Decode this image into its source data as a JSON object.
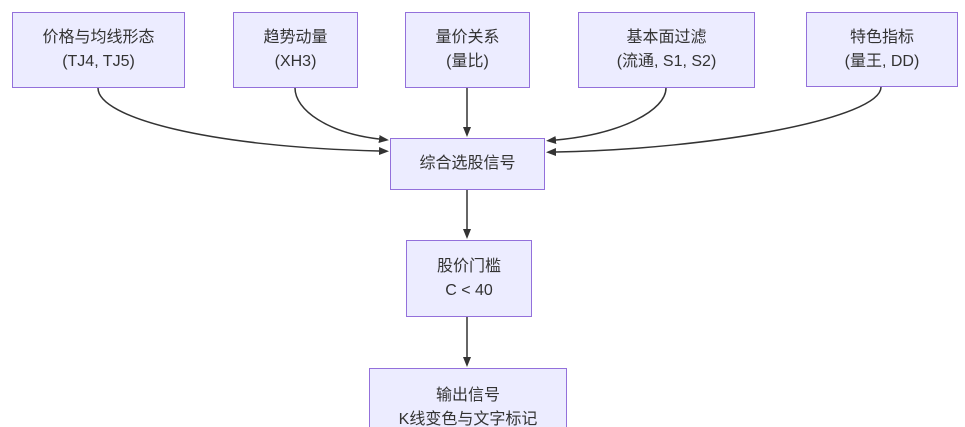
{
  "diagram": {
    "type": "flowchart",
    "direction": "top-down",
    "nodes": {
      "price_ma": {
        "line1": "价格与均线形态",
        "line2": "(TJ4, TJ5)"
      },
      "trend_momentum": {
        "line1": "趋势动量",
        "line2": "(XH3)"
      },
      "volume_price": {
        "line1": "量价关系",
        "line2": "(量比)"
      },
      "fundamental_filter": {
        "line1": "基本面过滤",
        "line2": "(流通, S1, S2)"
      },
      "special_indicator": {
        "line1": "特色指标",
        "line2": "(量王, DD)"
      },
      "combined_signal": {
        "line1": "综合选股信号"
      },
      "price_threshold": {
        "line1": "股价门槛",
        "line2": "C < 40"
      },
      "output_signal": {
        "line1": "输出信号",
        "line2": "K线变色与文字标记"
      }
    },
    "edges": [
      {
        "from": "price_ma",
        "to": "combined_signal"
      },
      {
        "from": "trend_momentum",
        "to": "combined_signal"
      },
      {
        "from": "volume_price",
        "to": "combined_signal"
      },
      {
        "from": "fundamental_filter",
        "to": "combined_signal"
      },
      {
        "from": "special_indicator",
        "to": "combined_signal"
      },
      {
        "from": "combined_signal",
        "to": "price_threshold"
      },
      {
        "from": "price_threshold",
        "to": "output_signal"
      }
    ],
    "colors": {
      "node_fill": "#ECECFF",
      "node_border": "#9370DB",
      "edge": "#333333",
      "text": "#333333",
      "background": "#FFFFFF"
    }
  }
}
